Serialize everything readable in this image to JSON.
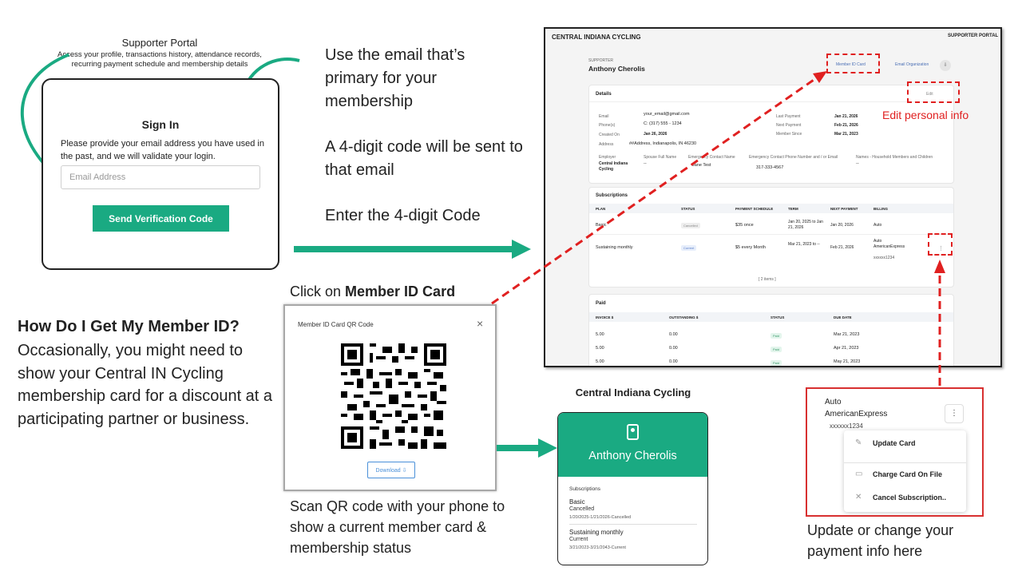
{
  "portal_header": {
    "title": "Supporter Portal",
    "description": "Access your profile, transactions history, attendance records, recurring payment schedule and membership details"
  },
  "signin": {
    "title": "Sign In",
    "description": "Please provide your email address you have used in the past, and we will validate your login.",
    "email_placeholder": "Email Address",
    "email_value": "",
    "send_button": "Send Verification Code"
  },
  "instructions": {
    "step1": "Use the email that’s primary for your membership",
    "step2": "A 4-digit code will be sent to that email",
    "step3": "Enter the 4-digit Code"
  },
  "member_id_help": {
    "title": "How Do I Get My Member ID?",
    "body": "Occasionally, you might need to show your Central IN Cycling membership card for a discount at a participating partner or business."
  },
  "qr": {
    "caption_prefix": "Click on ",
    "caption_bold": "Member ID Card",
    "modal_title": "Member ID Card QR Code",
    "close_icon": "×",
    "download_button": "Download ⇩",
    "scan_caption": "Scan QR code with your phone to show a current member card & membership status"
  },
  "member_card": {
    "label": "Central Indiana Cycling",
    "name": "Anthony Cherolis",
    "subscriptions_label": "Subscriptions",
    "subscriptions": [
      {
        "plan": "Basic",
        "status": "Cancelled",
        "dates": "1/20/2025-1/21/2026-Cancelled"
      },
      {
        "plan": "Sustaining monthly",
        "status": "Current",
        "dates": "3/21/2023-3/21/2043-Current"
      }
    ]
  },
  "portal": {
    "org_name": "CENTRAL INDIANA CYCLING",
    "portal_label": "SUPPORTER PORTAL",
    "supporter_label": "SUPPORTER",
    "supporter_name": "Anthony Cherolis",
    "member_id_link": "Member ID Card",
    "email_org_link": "Email Organization",
    "download_icon": "⇩",
    "details": {
      "title": "Details",
      "edit_label": "Edit",
      "left_fields": [
        {
          "label": "Email",
          "value": "your_email@gmail.com"
        },
        {
          "label": "Phone(s)",
          "value": "C: (317) 555 - 1234"
        },
        {
          "label": "Created On",
          "value": "Jan 26, 2026"
        },
        {
          "label": "Address",
          "value": "##Address, Indianapolis, IN 46230"
        }
      ],
      "right_fields": [
        {
          "label": "Last Payment",
          "value": "Jan 21, 2026"
        },
        {
          "label": "Next Payment",
          "value": "Feb 21, 2026"
        },
        {
          "label": "Member Since",
          "value": "Mar 21, 2023"
        }
      ],
      "employer_label": "Employer",
      "employer_value": "Central Indiana Cycling",
      "spouse_label": "Spouse Full Name",
      "spouse_value": "--",
      "emergency_name_label": "Emergency Contact Name",
      "emergency_name_value": "Jane Test",
      "emergency_phone_label": "Emergency Contact Phone Number and / or Email",
      "emergency_phone_value": "317-333-4567",
      "household_label": "Names - Household Members and Children",
      "household_value": "--"
    },
    "subscriptions": {
      "title": "Subscriptions",
      "headers": [
        "PLAN",
        "STATUS",
        "PAYMENT SCHEDULE",
        "TERM",
        "NEXT PAYMENT",
        "BILLING"
      ],
      "rows": [
        {
          "plan": "Basic",
          "status": "Cancelled",
          "schedule": "$35 once",
          "term": "Jan 20, 2025 to Jan 21, 2026",
          "next": "Jan 20, 2026",
          "billing": "Auto"
        },
        {
          "plan": "Sustaining monthly",
          "status": "Current",
          "schedule": "$5 every Month",
          "term": "Mar 21, 2023 to --",
          "next": "Feb 21, 2026",
          "billing": "Auto AmericanExpress",
          "card": "xxxxxx1234"
        }
      ],
      "footer": "[ 2 items ]"
    },
    "paid": {
      "title": "Paid",
      "headers": [
        "INVOICE $",
        "OUTSTANDING $",
        "STATUS",
        "DUE DATE"
      ],
      "rows": [
        {
          "invoice": "5.00",
          "outstanding": "0.00",
          "status": "Paid",
          "due": "Mar 21, 2023"
        },
        {
          "invoice": "5.00",
          "outstanding": "0.00",
          "status": "Paid",
          "due": "Apr 21, 2023"
        },
        {
          "invoice": "5.00",
          "outstanding": "0.00",
          "status": "Paid",
          "due": "May 21, 2023"
        }
      ]
    }
  },
  "edit_caption": "Edit personal info",
  "update_card": {
    "billing_auto": "Auto",
    "billing_type": "AmericanExpress",
    "card_number": "xxxxxx1234",
    "menu": [
      "Update Card",
      "Charge Card On File",
      "Cancel Subscription.."
    ],
    "caption": "Update or change your payment info here"
  },
  "colors": {
    "accent": "#1aaa82",
    "highlight_red": "#e02020",
    "link_blue": "#4a90d9"
  }
}
